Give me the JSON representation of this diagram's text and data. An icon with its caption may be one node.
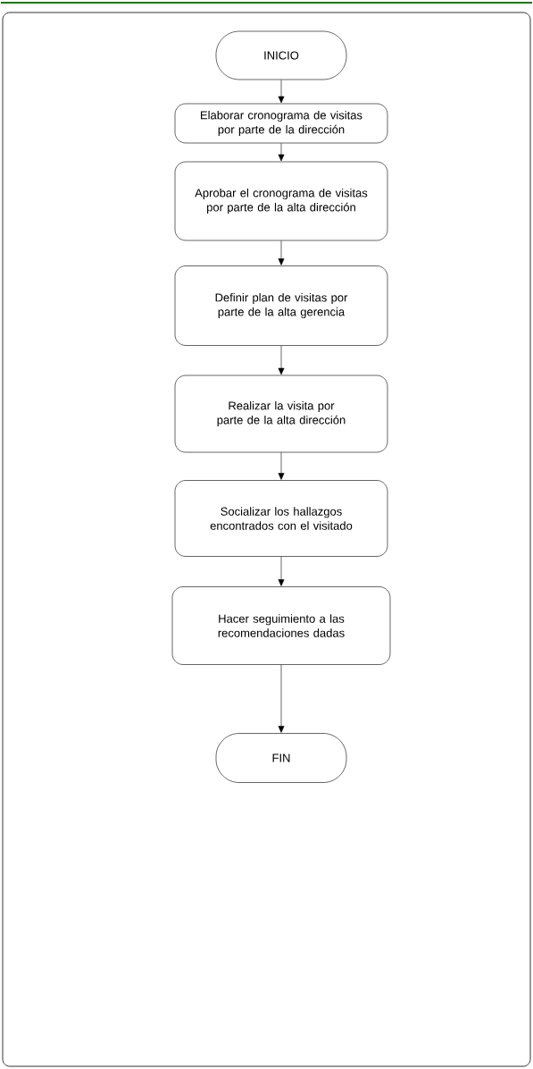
{
  "diagram": {
    "nodes": [
      {
        "text": [
          "INICIO"
        ]
      },
      {
        "text": [
          "Elaborar cronograma de visitas por parte de la dirección"
        ]
      },
      {
        "text": [
          "Aprobar el cronograma de visitas por parte de la alta dirección"
        ]
      },
      {
        "text": [
          "Definir plan de visitas por parte de la alta gerencia"
        ]
      },
      {
        "text": [
          "Realizar la visita por parte de la alta dirección"
        ]
      },
      {
        "text": [
          "Socializar los hallazgos encontrados con el visitado"
        ]
      },
      {
        "text": [
          "Hacer seguimiento a las recomendaciones dadas"
        ]
      },
      {
        "text": [
          "FIN"
        ]
      }
    ],
    "edges": [
      {
        "from": 0,
        "to": 1,
        "arrow": "to"
      },
      {
        "from": 1,
        "to": 2,
        "arrow": "to"
      },
      {
        "from": 2,
        "to": 3,
        "arrow": "to"
      },
      {
        "from": 3,
        "to": 4,
        "arrow": "to"
      },
      {
        "from": 4,
        "to": 5,
        "arrow": "to"
      },
      {
        "from": 5,
        "to": 6,
        "arrow": "to"
      },
      {
        "from": 6,
        "to": 7,
        "arrow": "to"
      }
    ]
  }
}
